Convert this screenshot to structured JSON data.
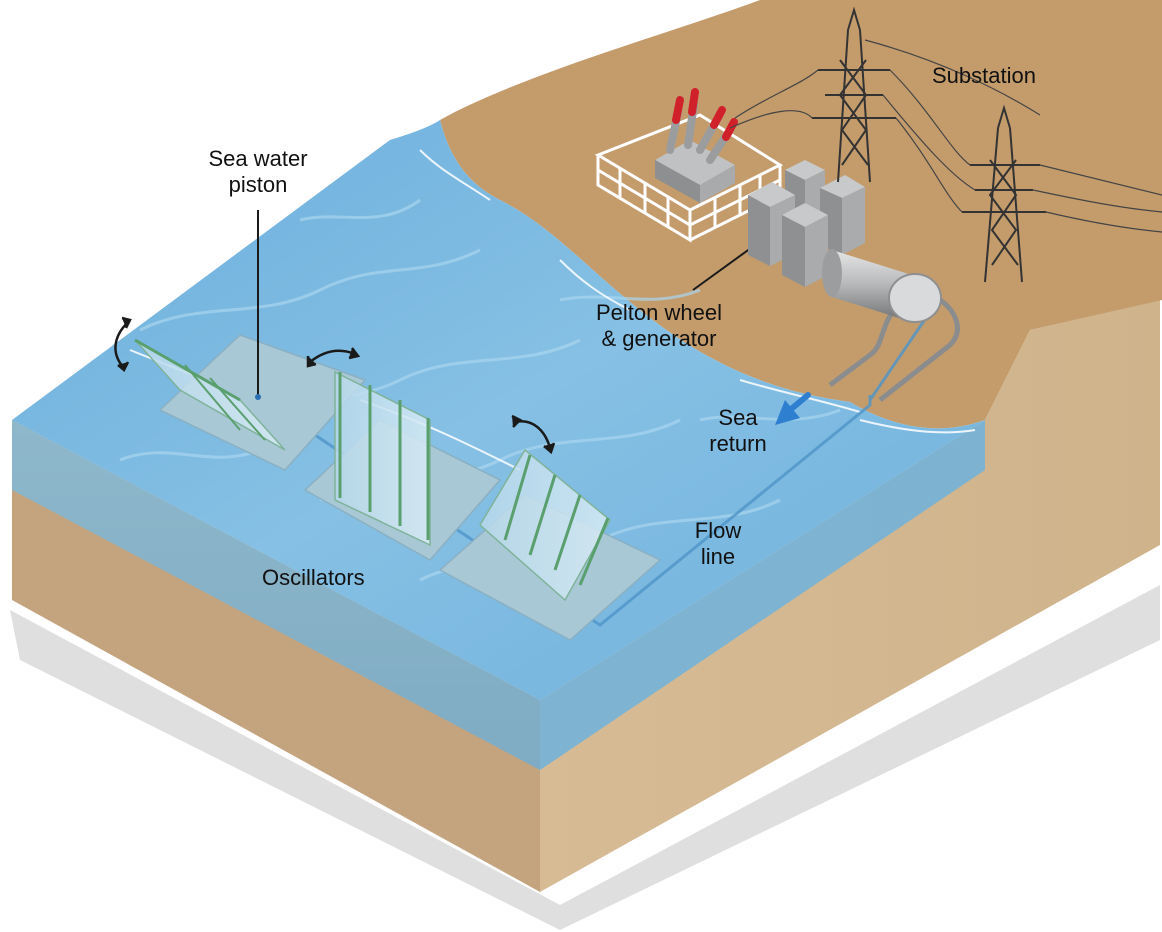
{
  "labels": {
    "substation": "Substation",
    "sea_water_piston": [
      "Sea water",
      "piston"
    ],
    "pelton": [
      "Pelton wheel",
      "& generator"
    ],
    "sea_return": [
      "Sea",
      "return"
    ],
    "flow_line": [
      "Flow",
      "line"
    ],
    "oscillators": "Oscillators"
  },
  "colors": {
    "sand_top": "#c89f70",
    "sand_front": "#c6a884",
    "sand_side": "#d3b68f",
    "water": "#79b6de",
    "water_deep": "#5fa3d6",
    "steel": "#a6a8aa",
    "insulator_red": "#d0212b",
    "arrow_blue": "#2f7fd1"
  },
  "icons": [
    "curved-arrow-icon",
    "transmission-tower-icon",
    "sea-return-arrow-icon"
  ]
}
